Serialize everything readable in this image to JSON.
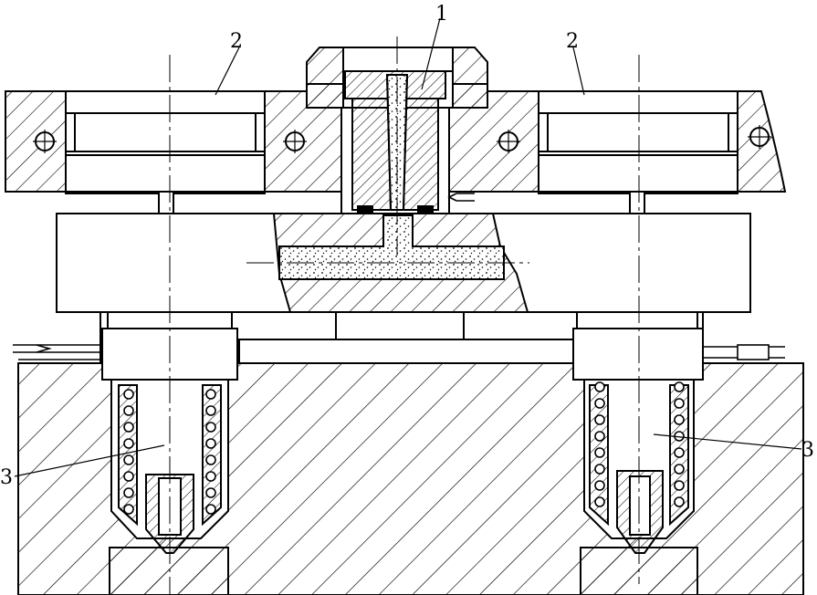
{
  "labels": {
    "part_1": "1",
    "part_2_left": "2",
    "part_2_right": "2",
    "part_3_left": "3",
    "part_3_right": "3"
  },
  "colors": {
    "ink": "#000000",
    "paper": "#ffffff"
  }
}
